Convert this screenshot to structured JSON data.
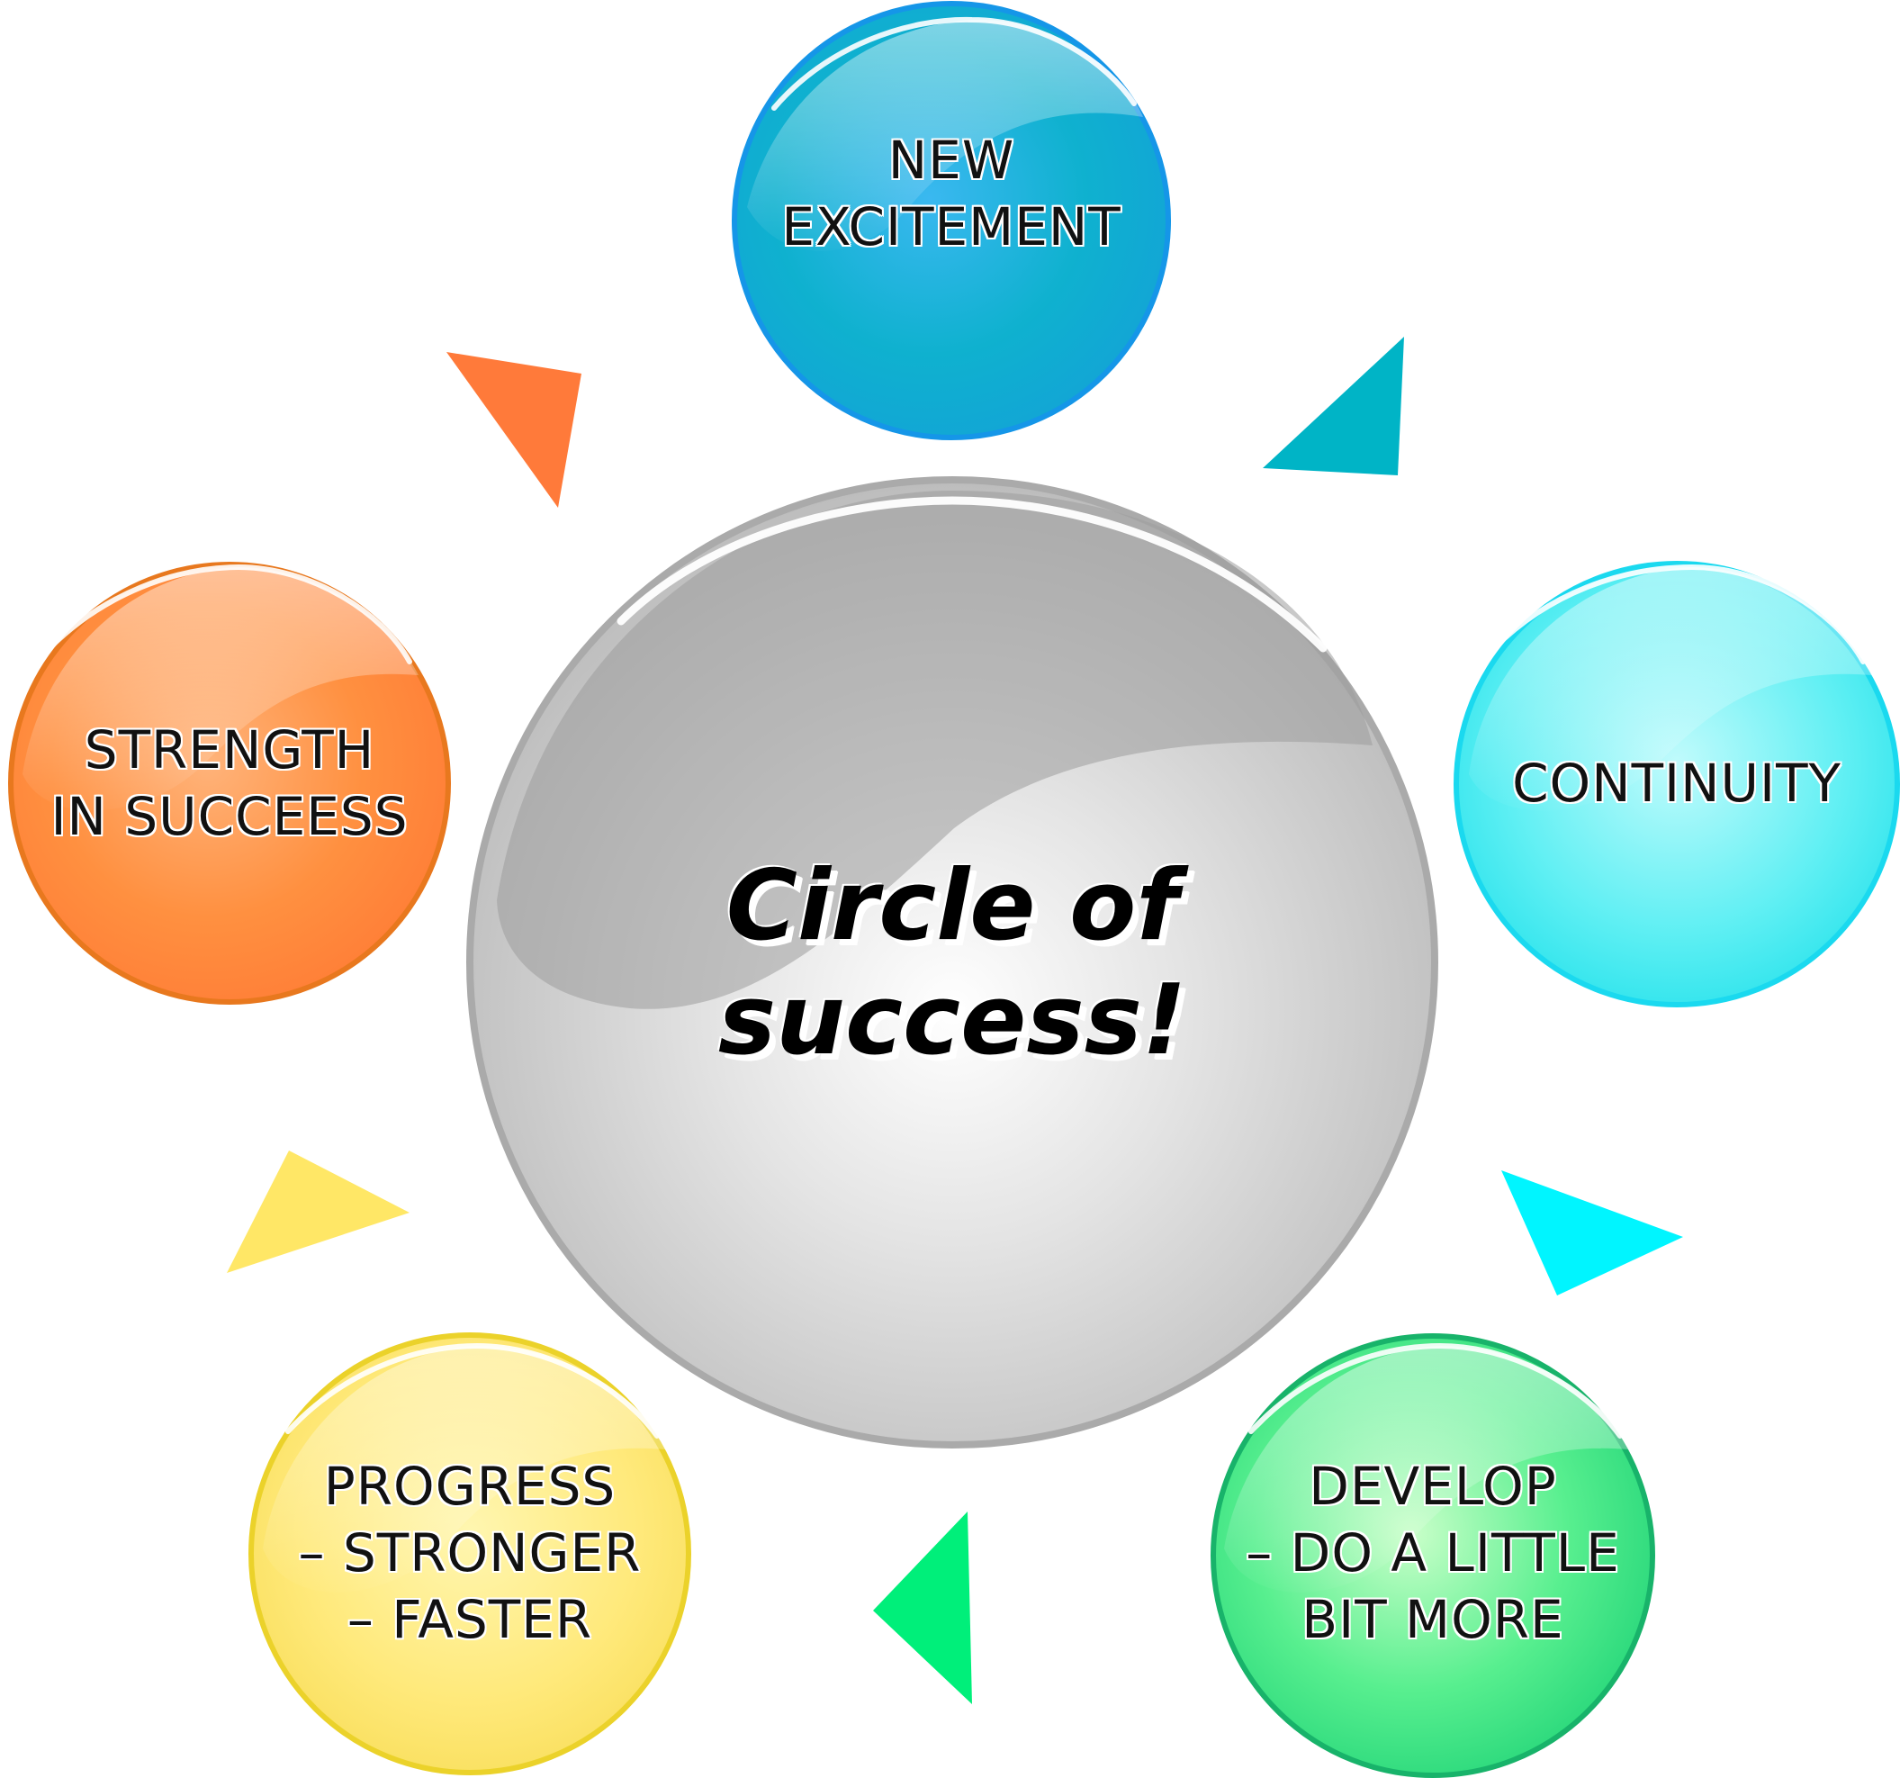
{
  "center": {
    "line1": "Circle of",
    "line2": "success!",
    "color": "#b0b0b0"
  },
  "nodes": [
    {
      "id": "new-excitement",
      "lines": [
        "NEW",
        "EXCITEMENT"
      ],
      "color": "#1fb6d8"
    },
    {
      "id": "continuity",
      "lines": [
        "CONTINUITY"
      ],
      "color": "#2de8f0"
    },
    {
      "id": "develop",
      "lines": [
        "DEVELOP",
        "– DO A LITTLE",
        "BIT MORE"
      ],
      "color": "#2de07a"
    },
    {
      "id": "progress",
      "lines": [
        "PROGRESS",
        "– STRONGER",
        "– FASTER"
      ],
      "color": "#f7e26a"
    },
    {
      "id": "strength",
      "lines": [
        "STRENGTH",
        "IN SUCCEESS"
      ],
      "color": "#ff8a3a"
    }
  ],
  "arrows": [
    {
      "id": "arrow-top-right",
      "color": "#00b4c6"
    },
    {
      "id": "arrow-right",
      "color": "#00f5ff"
    },
    {
      "id": "arrow-bottom",
      "color": "#00ef7a"
    },
    {
      "id": "arrow-left",
      "color": "#ffe766"
    },
    {
      "id": "arrow-top-left",
      "color": "#ff7a3a"
    }
  ]
}
